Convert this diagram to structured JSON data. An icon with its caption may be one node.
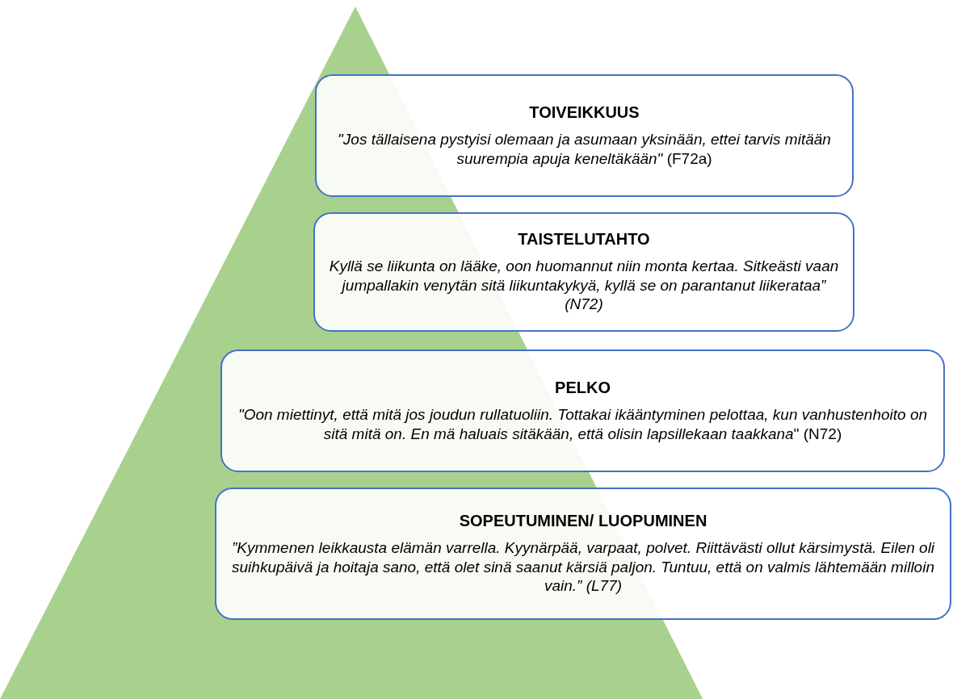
{
  "diagram": {
    "nodes": [
      {
        "text": [
          "TOIVEIKKUUS",
          "*\"Jos tällaisena pystyisi olemaan ja asumaan yksinään, ettei tarvis mitään suurempia apuja keneltäkään\"* (F72a)"
        ]
      },
      {
        "text": [
          "TAISTELUTAHTO",
          "Kyllä se liikunta on lääke, oon huomannut niin monta kertaa. Sitkeästi vaan jumpallakin venytän sitä liikuntakykyä, kyllä se on parantanut liikerataa” (N72)"
        ]
      },
      {
        "text": [
          "PELKO",
          "*\"Oon miettinyt, että mitä jos joudun rullatuoliin. Tottakai ikääntyminen pelottaa, kun vanhustenhoito on sitä mitä on. En mä haluais sitäkään, että olisin lapsillekaan taakkana*\" (N72)"
        ]
      },
      {
        "text": [
          "SOPEUTUMINEN/ LUOPUMINEN",
          "”Kymmenen leikkausta elämän varrella. Kyynärpää, varpaat, polvet. Riittävästi ollut kärsimystä. Eilen oli suihkupäivä ja hoitaja sano, että olet sinä saanut kärsiä paljon. Tuntuu, että on valmis lähtemään milloin vain.” (L77)"
        ]
      }
    ]
  }
}
